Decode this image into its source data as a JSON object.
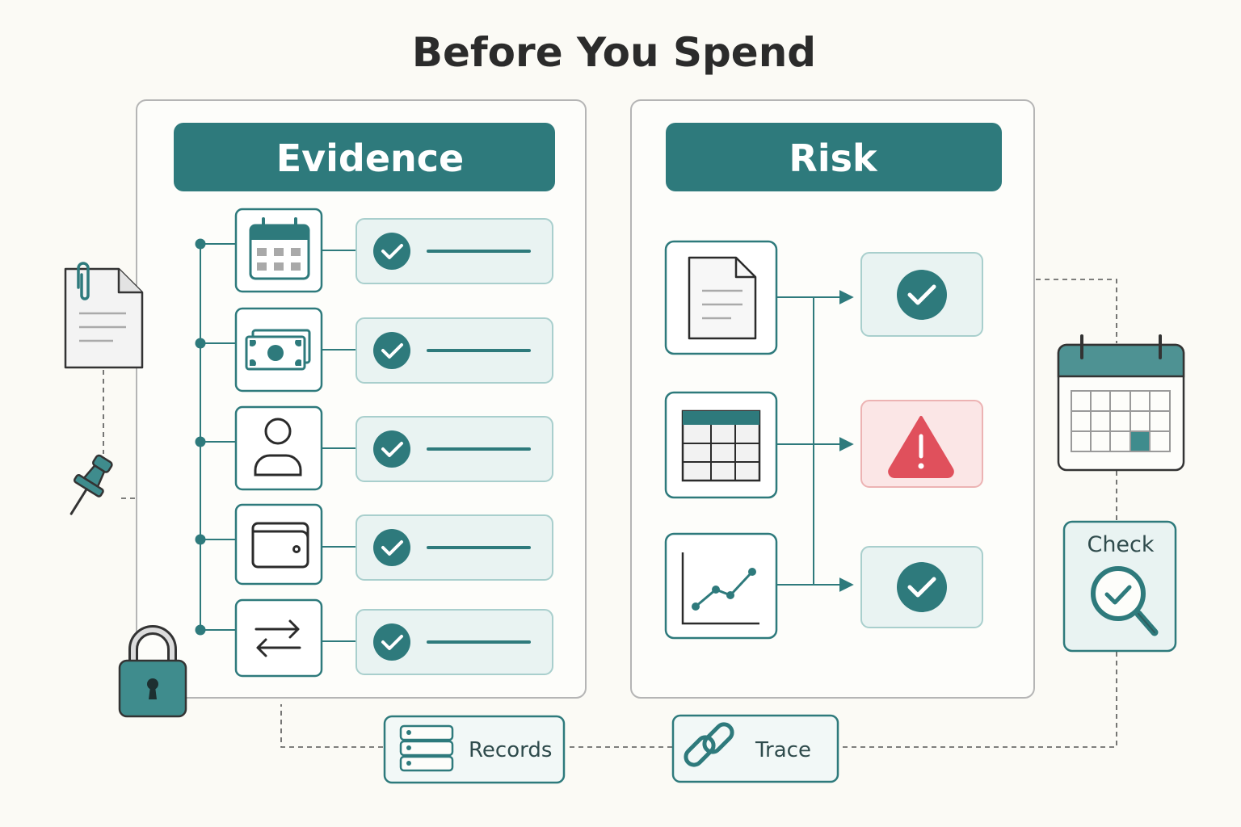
{
  "title": "Before You Spend",
  "evidence": {
    "header": "Evidence",
    "rows": [
      {
        "icon": "calendar-icon",
        "status": "check"
      },
      {
        "icon": "cash-icon",
        "status": "check"
      },
      {
        "icon": "user-icon",
        "status": "check"
      },
      {
        "icon": "wallet-icon",
        "status": "check"
      },
      {
        "icon": "transfer-arrows-icon",
        "status": "check"
      }
    ]
  },
  "risk": {
    "header": "Risk",
    "rows": [
      {
        "icon": "document-icon",
        "status": "check"
      },
      {
        "icon": "table-icon",
        "status": "warning"
      },
      {
        "icon": "line-chart-icon",
        "status": "check"
      }
    ]
  },
  "check_label": "Check",
  "records_label": "Records",
  "trace_label": "Trace",
  "colors": {
    "teal": "#2e7a7c",
    "teal_light": "#e9f3f2",
    "alert_red": "#e0505c",
    "alert_bg": "#fbe6e6",
    "panel_border": "#b5b5b5",
    "ink": "#2b2b2b"
  }
}
